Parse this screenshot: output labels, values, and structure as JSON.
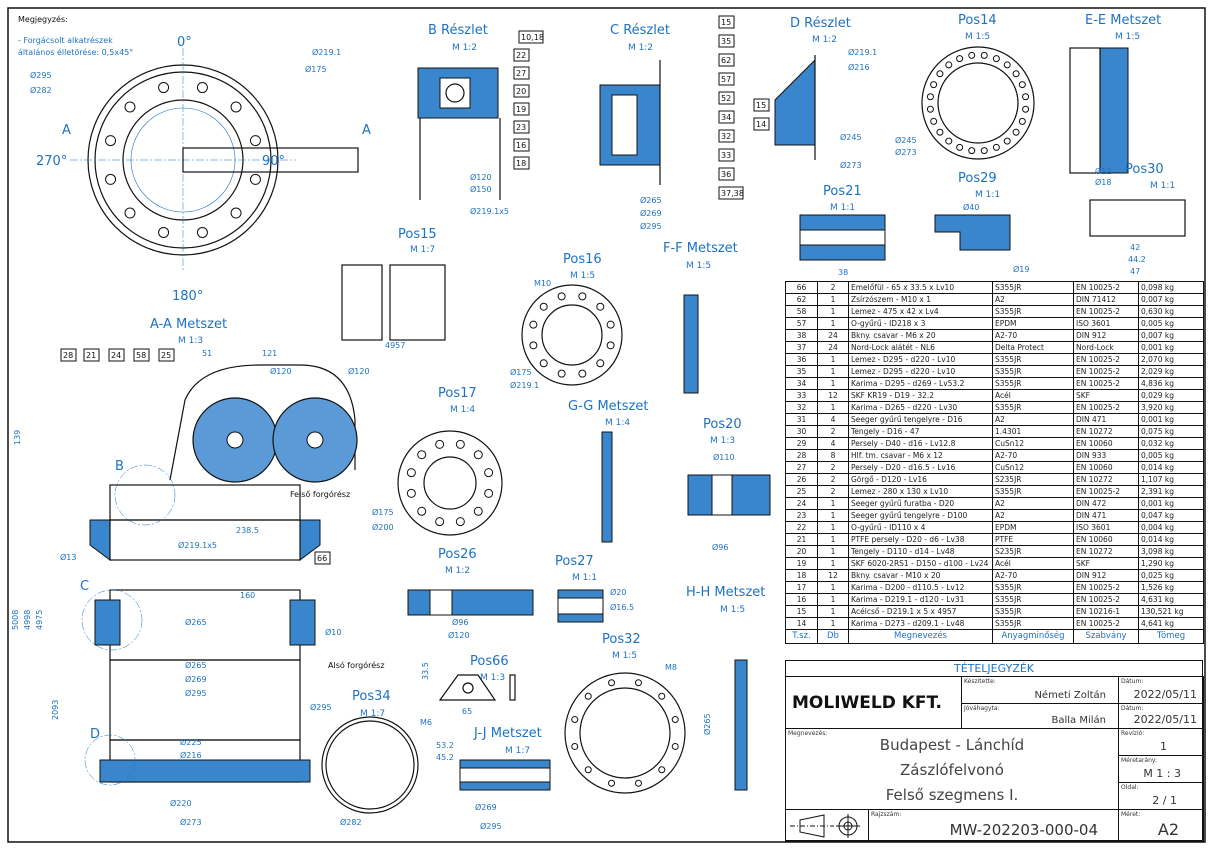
{
  "note": {
    "title": "Megjegyzés:",
    "line1": "- Forgácsolt alkatrészek",
    "line2": "általános élletörése: 0,5x45°"
  },
  "views": {
    "b_reszlet": {
      "title": "B Részlet",
      "scale": "M 1:2"
    },
    "c_reszlet": {
      "title": "C Részlet",
      "scale": "M 1:2"
    },
    "d_reszlet": {
      "title": "D Részlet",
      "scale": "M 1:2"
    },
    "pos14": {
      "title": "Pos14",
      "scale": "M 1:5"
    },
    "ee": {
      "title": "E-E Metszet",
      "scale": "M 1:5"
    },
    "pos15": {
      "title": "Pos15",
      "scale": "M 1:7"
    },
    "pos16": {
      "title": "Pos16",
      "scale": "M 1:5"
    },
    "ff": {
      "title": "F-F Metszet",
      "scale": "M 1:5"
    },
    "pos21": {
      "title": "Pos21",
      "scale": "M 1:1"
    },
    "pos29": {
      "title": "Pos29",
      "scale": "M 1:1"
    },
    "pos30": {
      "title": "Pos30",
      "scale": "M 1:1"
    },
    "aa": {
      "title": "A-A Metszet",
      "scale": "M 1:3"
    },
    "pos17": {
      "title": "Pos17",
      "scale": "M 1:4"
    },
    "gg": {
      "title": "G-G Metszet",
      "scale": "M 1:4"
    },
    "pos20": {
      "title": "Pos20",
      "scale": "M 1:3"
    },
    "pos26": {
      "title": "Pos26",
      "scale": "M 1:2"
    },
    "pos27": {
      "title": "Pos27",
      "scale": "M 1:1"
    },
    "pos66": {
      "title": "Pos66",
      "scale": "M 1:3"
    },
    "pos32": {
      "title": "Pos32",
      "scale": "M 1:5"
    },
    "hh": {
      "title": "H-H Metszet",
      "scale": "M 1:5"
    },
    "pos34": {
      "title": "Pos34",
      "scale": "M 1:7"
    },
    "jj": {
      "title": "J-J Metszet",
      "scale": "M 1:7"
    }
  },
  "labels": {
    "a0": "0°",
    "a90": "90°",
    "a180": "180°",
    "a270": "270°",
    "secA": "A",
    "felso": "Felső forgórész",
    "also": "Alsó forgórész",
    "d295": "Ø295",
    "d282": "Ø282",
    "d2191": "Ø219.1",
    "d175": "Ø175",
    "d2191x5": "Ø219.1x5",
    "d120": "Ø120",
    "d150": "Ø150",
    "d265": "Ø265",
    "d269": "Ø269",
    "d273": "Ø273",
    "d225": "Ø225",
    "d216": "Ø216",
    "d220": "Ø220",
    "d13": "Ø13",
    "d10": "Ø10",
    "l5008": "5008",
    "l4998": "4998",
    "l4975": "4975",
    "l2093": "2093",
    "l139": "139",
    "l2385": "238.5",
    "l160": "160",
    "l121": "121",
    "l51": "51",
    "l4957": "4957",
    "d245": "Ø245",
    "d200": "Ø200",
    "d110": "Ø110",
    "d96": "Ø96",
    "d40": "Ø40",
    "d19": "Ø19",
    "d12": "Ø12",
    "d18": "Ø18",
    "d20": "Ø20",
    "d165": "Ø16.5",
    "m10": "M10",
    "m8": "M8",
    "m6": "M6",
    "l47": "47",
    "l42": "42",
    "l442": "44.2",
    "l38": "38",
    "l65": "65",
    "l335": "33.5",
    "l532": "53.2",
    "l452": "45.2"
  },
  "balloons": [
    "28",
    "21",
    "24",
    "58",
    "25",
    "66",
    "10,18",
    "22",
    "27",
    "20",
    "19",
    "23",
    "16",
    "18",
    "15",
    "35",
    "62",
    "57",
    "52",
    "34",
    "32",
    "33",
    "36",
    "37,38",
    "15",
    "14"
  ],
  "parts": [
    {
      "no": "66",
      "qty": "2",
      "name": "Emelőfül - 65 x 33.5 x Lv10",
      "material": "S355JR",
      "standard": "EN 10025-2",
      "mass": "0,098 kg"
    },
    {
      "no": "62",
      "qty": "1",
      "name": "Zsírzószem - M10 x 1",
      "material": "A2",
      "standard": "DIN 71412",
      "mass": "0,007 kg"
    },
    {
      "no": "58",
      "qty": "1",
      "name": "Lemez - 475 x 42 x Lv4",
      "material": "S355JR",
      "standard": "EN 10025-2",
      "mass": "0,630 kg"
    },
    {
      "no": "57",
      "qty": "1",
      "name": "O-gyűrű - ID218 x 3",
      "material": "EPDM",
      "standard": "ISO 3601",
      "mass": "0,005 kg"
    },
    {
      "no": "38",
      "qty": "24",
      "name": "Bkny. csavar - M6 x 20",
      "material": "A2-70",
      "standard": "DIN 912",
      "mass": "0,007 kg"
    },
    {
      "no": "37",
      "qty": "24",
      "name": "Nord-Lock alátét - NL6",
      "material": "Delta Protect",
      "standard": "Nord-Lock",
      "mass": "0,001 kg"
    },
    {
      "no": "36",
      "qty": "1",
      "name": "Lemez - D295 - d220 - Lv10",
      "material": "S355JR",
      "standard": "EN 10025-2",
      "mass": "2,070 kg"
    },
    {
      "no": "35",
      "qty": "1",
      "name": "Lemez - D295 - d220 - Lv10",
      "material": "S355JR",
      "standard": "EN 10025-2",
      "mass": "2,029 kg"
    },
    {
      "no": "34",
      "qty": "1",
      "name": "Karima - D295 - d269 - Lv53.2",
      "material": "S355JR",
      "standard": "EN 10025-2",
      "mass": "4,836 kg"
    },
    {
      "no": "33",
      "qty": "12",
      "name": "SKF KR19 - D19 - 32.2",
      "material": "Acél",
      "standard": "SKF",
      "mass": "0,029 kg"
    },
    {
      "no": "32",
      "qty": "1",
      "name": "Karima - D265 - d220 - Lv30",
      "material": "S355JR",
      "standard": "EN 10025-2",
      "mass": "3,920 kg"
    },
    {
      "no": "31",
      "qty": "4",
      "name": "Seeger gyűrű tengelyre - D16",
      "material": "A2",
      "standard": "DIN 471",
      "mass": "0,001 kg"
    },
    {
      "no": "30",
      "qty": "2",
      "name": "Tengely - D16 - 47",
      "material": "1.4301",
      "standard": "EN 10272",
      "mass": "0,075 kg"
    },
    {
      "no": "29",
      "qty": "4",
      "name": "Persely - D40 - d16 - Lv12.8",
      "material": "CuSn12",
      "standard": "EN 10060",
      "mass": "0,032 kg"
    },
    {
      "no": "28",
      "qty": "8",
      "name": "Hlf. tm. csavar - M6 x 12",
      "material": "A2-70",
      "standard": "DIN 933",
      "mass": "0,005 kg"
    },
    {
      "no": "27",
      "qty": "2",
      "name": "Persely - D20 - d16.5 - Lv16",
      "material": "CuSn12",
      "standard": "EN 10060",
      "mass": "0,014 kg"
    },
    {
      "no": "26",
      "qty": "2",
      "name": "Görgő - D120 - Lv16",
      "material": "S235JR",
      "standard": "EN 10272",
      "mass": "1,107 kg"
    },
    {
      "no": "25",
      "qty": "2",
      "name": "Lemez - 280 x 130 x Lv10",
      "material": "S355JR",
      "standard": "EN 10025-2",
      "mass": "2,391 kg"
    },
    {
      "no": "24",
      "qty": "1",
      "name": "Seeger gyűrű furatba - D20",
      "material": "A2",
      "standard": "DIN 472",
      "mass": "0,001 kg"
    },
    {
      "no": "23",
      "qty": "1",
      "name": "Seeger gyűrű tengelyre - D100",
      "material": "A2",
      "standard": "DIN 471",
      "mass": "0,047 kg"
    },
    {
      "no": "22",
      "qty": "1",
      "name": "O-gyűrű - ID110 x 4",
      "material": "EPDM",
      "standard": "ISO 3601",
      "mass": "0,004 kg"
    },
    {
      "no": "21",
      "qty": "1",
      "name": "PTFE persely - D20 - d6 - Lv38",
      "material": "PTFE",
      "standard": "EN 10060",
      "mass": "0,014 kg"
    },
    {
      "no": "20",
      "qty": "1",
      "name": "Tengely - D110 - d14 - Lv48",
      "material": "S235JR",
      "standard": "EN 10272",
      "mass": "3,098 kg"
    },
    {
      "no": "19",
      "qty": "1",
      "name": "SKF 6020-2RS1 - D150 - d100 - Lv24",
      "material": "Acél",
      "standard": "SKF",
      "mass": "1,290 kg"
    },
    {
      "no": "18",
      "qty": "12",
      "name": "Bkny. csavar - M10 x 20",
      "material": "A2-70",
      "standard": "DIN 912",
      "mass": "0,025 kg"
    },
    {
      "no": "17",
      "qty": "1",
      "name": "Karima - D200 - d110.5 - Lv12",
      "material": "S355JR",
      "standard": "EN 10025-2",
      "mass": "1,526 kg"
    },
    {
      "no": "16",
      "qty": "1",
      "name": "Karima - D219.1 - d120 - Lv31",
      "material": "S355JR",
      "standard": "EN 10025-2",
      "mass": "4,631 kg"
    },
    {
      "no": "15",
      "qty": "1",
      "name": "Acélcső - D219.1 x 5 x 4957",
      "material": "S355JR",
      "standard": "EN 10216-1",
      "mass": "130,521 kg"
    },
    {
      "no": "14",
      "qty": "1",
      "name": "Karima - D273 - d209.1 - Lv48",
      "material": "S355JR",
      "standard": "EN 10025-2",
      "mass": "4,641 kg"
    }
  ],
  "parts_header": {
    "no": "T.sz.",
    "qty": "Db",
    "name": "Megnevezés",
    "material": "Anyagminőség",
    "standard": "Szabvány",
    "mass": "Tömeg"
  },
  "title_block": {
    "list_title": "TÉTELJEGYZÉK",
    "company": "MOLIWELD KFT.",
    "prepared_label": "Készítette:",
    "prepared": "Németi Zoltán",
    "approved_label": "Jóváhagyta:",
    "approved": "Balla Milán",
    "date_label": "Dátum:",
    "date1": "2022/05/11",
    "date2": "2022/05/11",
    "name_label": "Megnevezés:",
    "name1": "Budapest - Lánchíd",
    "name2": "Zászlófelvonó",
    "name3": "Felső szegmens I.",
    "revision_label": "Revízió:",
    "revision": "1",
    "scale_label": "Méretarány:",
    "scale": "M 1 : 3",
    "page_label": "Oldal:",
    "page": "2 / 1",
    "drawing_no_label": "Rajzszám:",
    "drawing_no": "MW-202203-000-04",
    "size_label": "Méret:",
    "size": "A2"
  }
}
